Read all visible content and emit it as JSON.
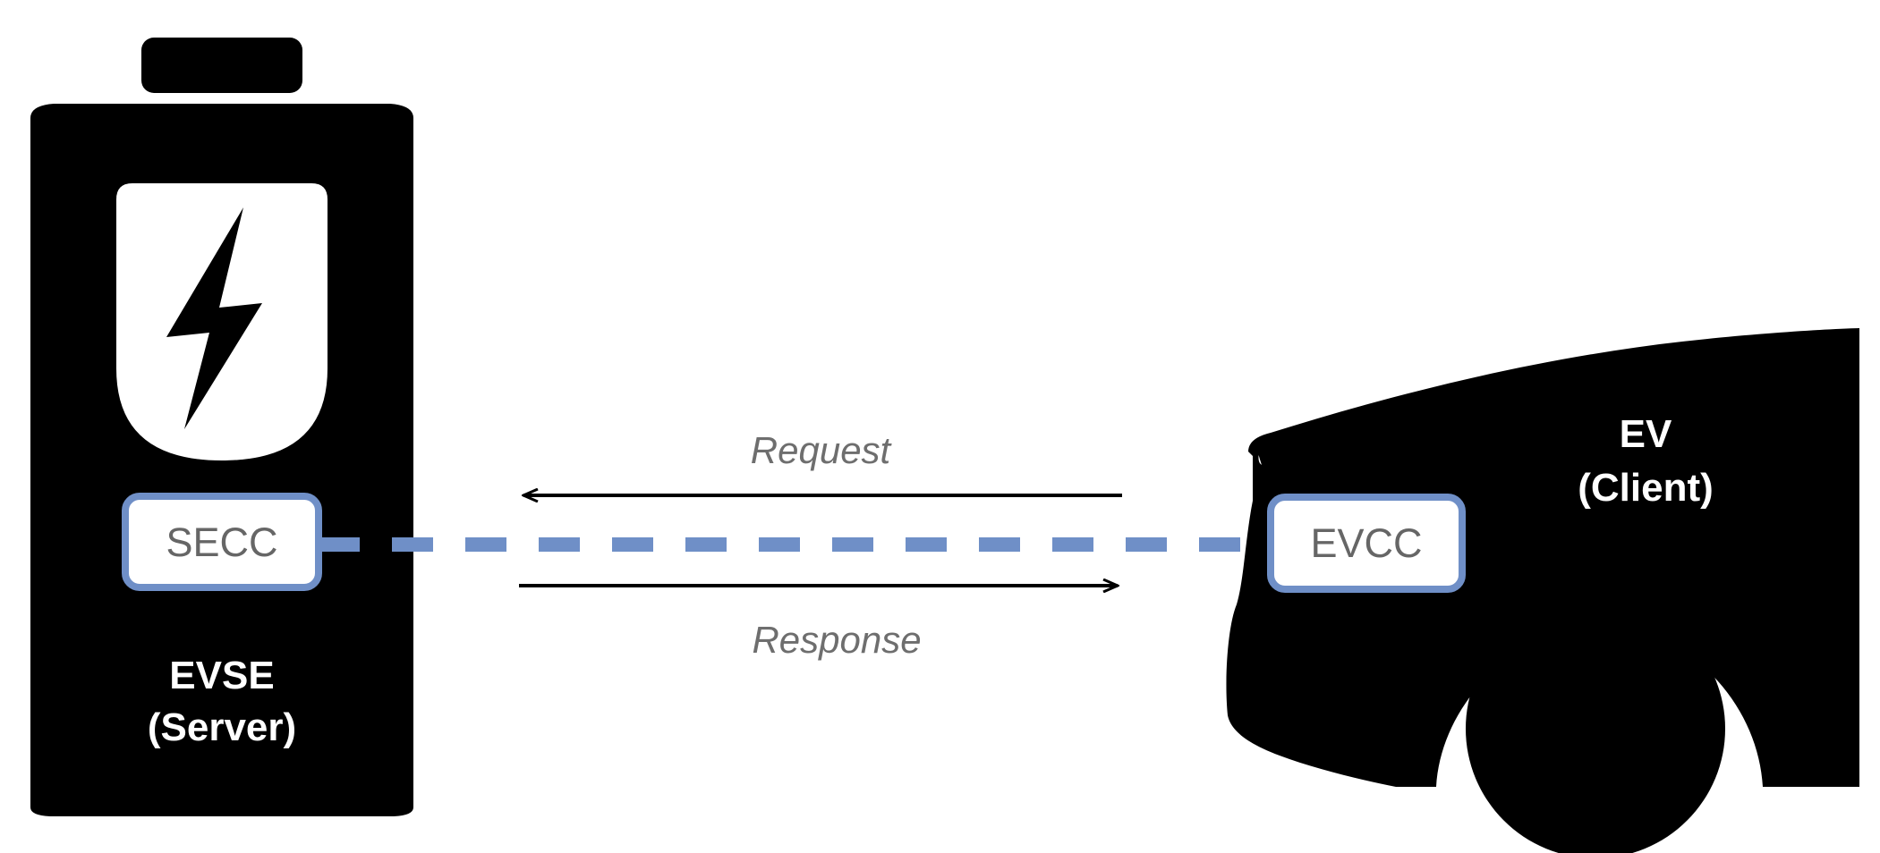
{
  "evse": {
    "name": "EVSE",
    "role": "(Server)",
    "module": "SECC",
    "icon": "lightning-bolt-icon"
  },
  "ev": {
    "name": "EV",
    "role": "(Client)",
    "module": "EVCC"
  },
  "messages": {
    "request": "Request",
    "response": "Response"
  },
  "colors": {
    "silhouette": "#000000",
    "link": "#6f8fc7",
    "module_border": "#6f8fc7",
    "module_text": "#666666",
    "arrow_text": "#6e6e6e",
    "label_text": "#ffffff"
  }
}
